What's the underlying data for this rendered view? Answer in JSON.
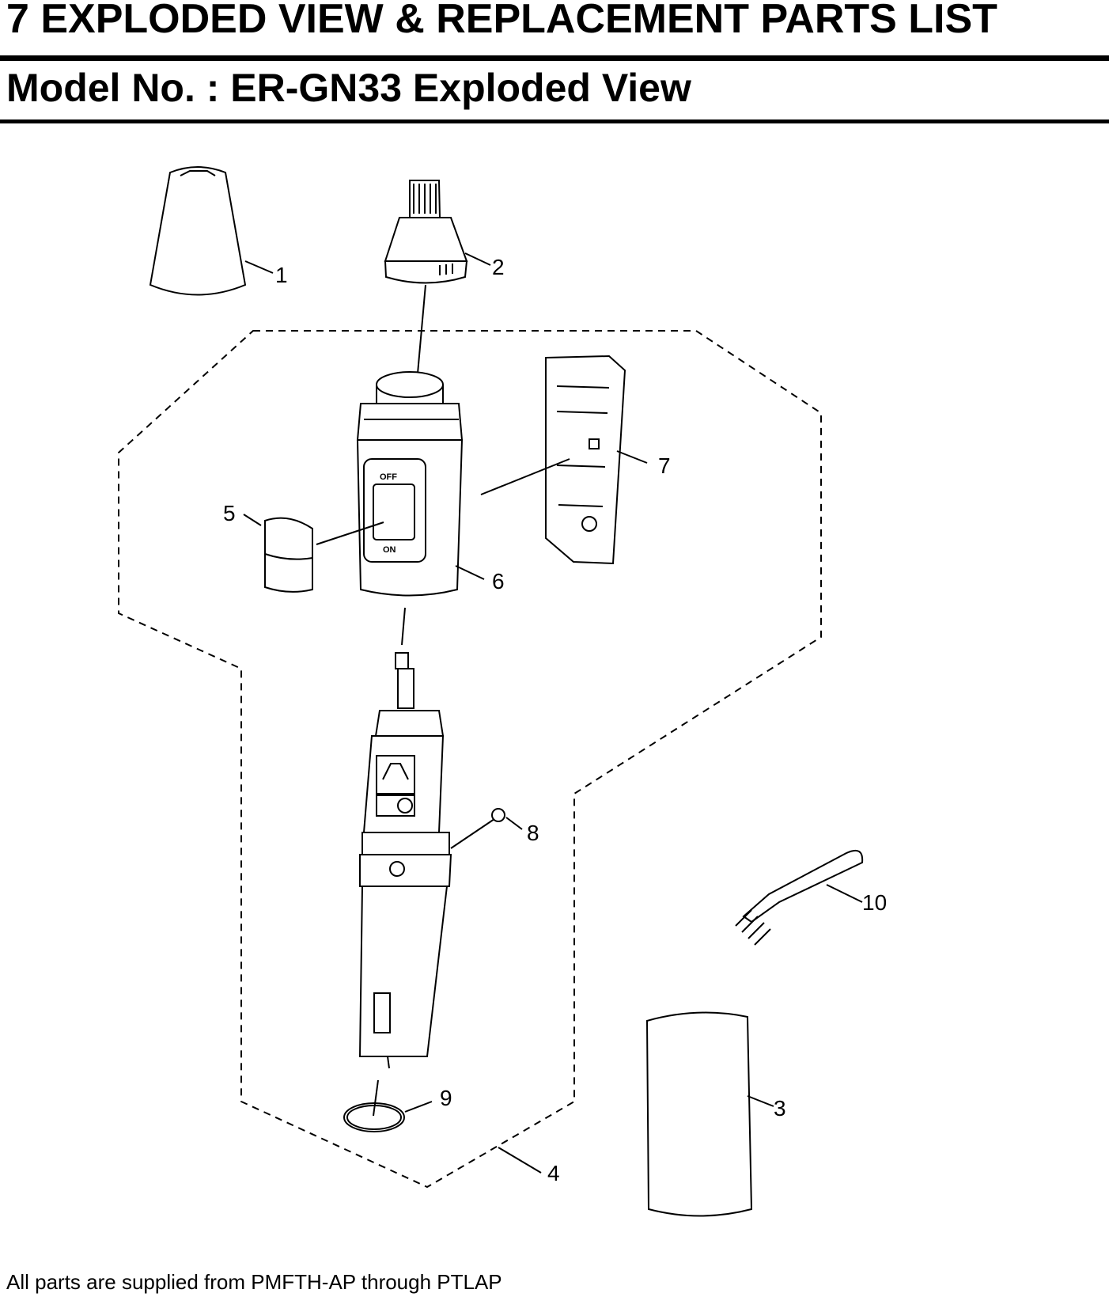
{
  "header": {
    "section_title": "7  EXPLODED VIEW & REPLACEMENT PARTS LIST",
    "page_title": "Model No. : ER-GN33 Exploded View"
  },
  "diagram": {
    "callouts": [
      "1",
      "2",
      "3",
      "4",
      "5",
      "6",
      "7",
      "8",
      "9",
      "10"
    ],
    "switch_labels": {
      "off": "OFF",
      "on": "ON"
    }
  },
  "footer": {
    "note": "All parts are supplied from PMFTH-AP through PTLAP"
  }
}
